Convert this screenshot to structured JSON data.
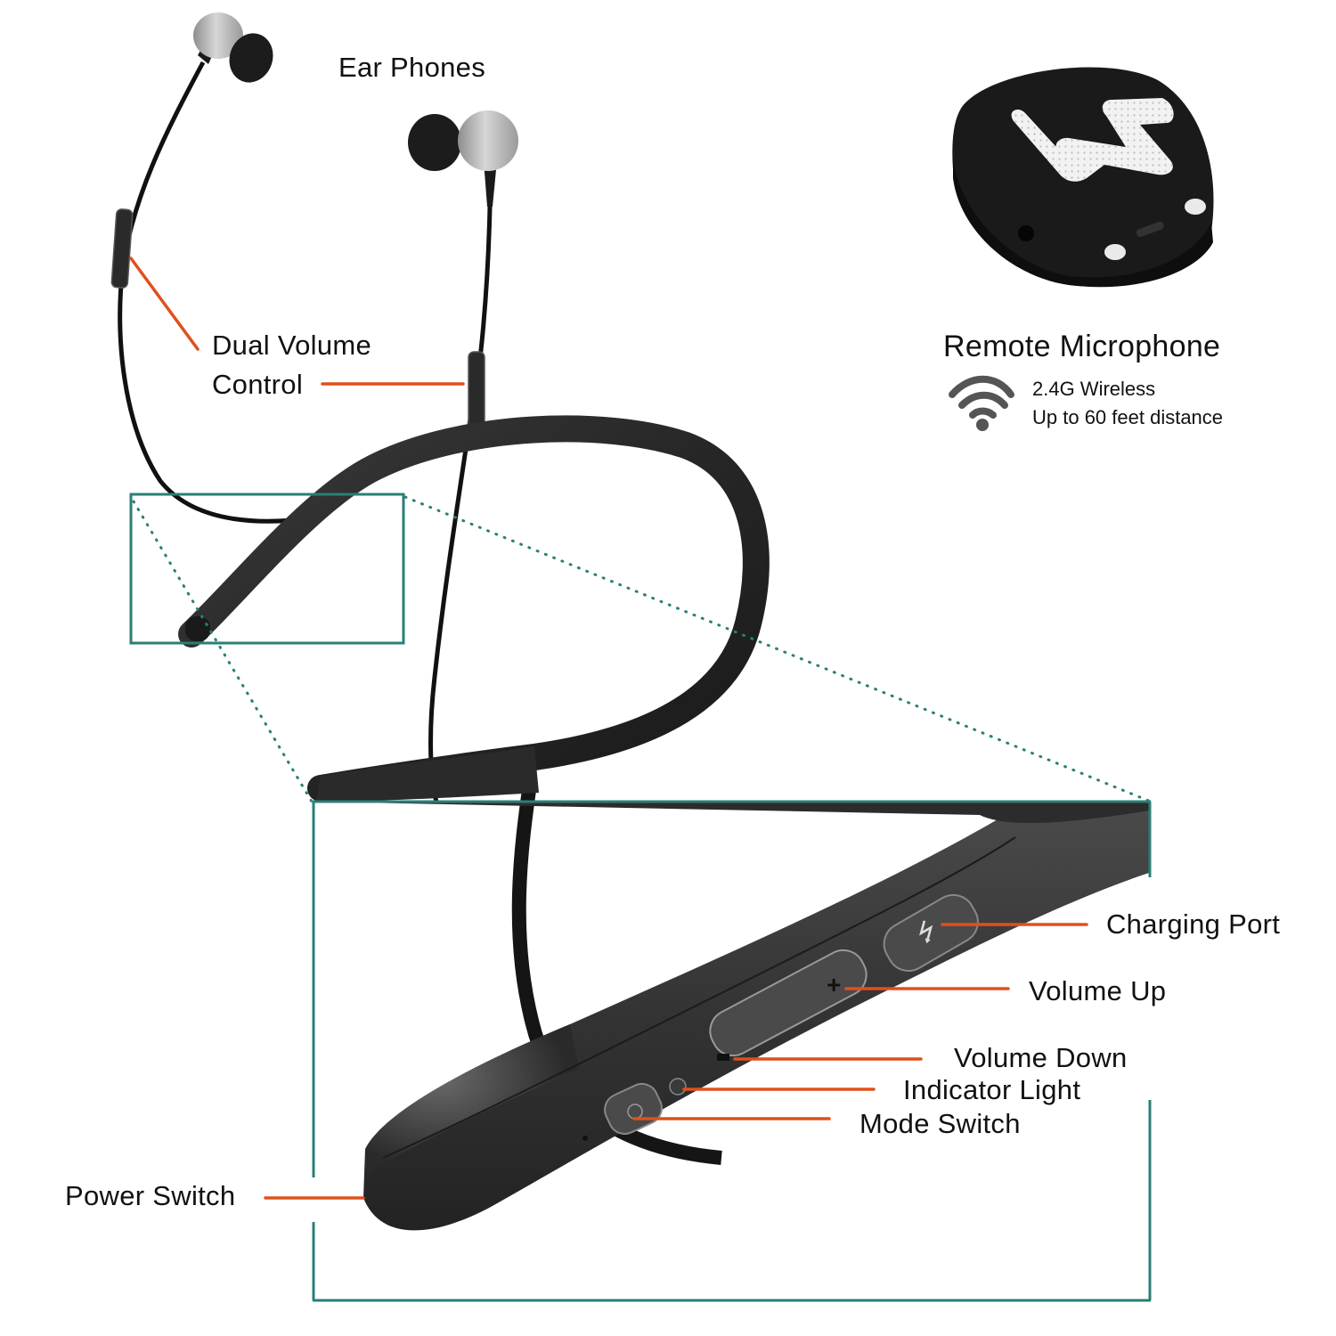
{
  "colors": {
    "leader_line": "#e0501c",
    "frame": "#2a7f77",
    "device_dark": "#2b2b2b",
    "device_mid": "#3d3d3d",
    "earbud_silver": "#b5b5b5",
    "wifi_icon": "#555555"
  },
  "labels": {
    "ear_phones": "Ear Phones",
    "dual_volume_line1": "Dual Volume",
    "dual_volume_line2": "Control",
    "remote_microphone": {
      "title": "Remote Microphone",
      "spec_line1": "2.4G Wireless",
      "spec_line2": "Up to 60 feet distance",
      "icon": "wifi-icon"
    },
    "charging_port": "Charging Port",
    "volume_up": "Volume Up",
    "volume_down": "Volume Down",
    "indicator_light": "Indicator Light",
    "mode_switch": "Mode Switch",
    "power_switch": "Power Switch"
  },
  "icons": {
    "usb": "usb-icon",
    "plus": "plus-icon",
    "minus": "minus-icon",
    "power": "power-icon"
  }
}
